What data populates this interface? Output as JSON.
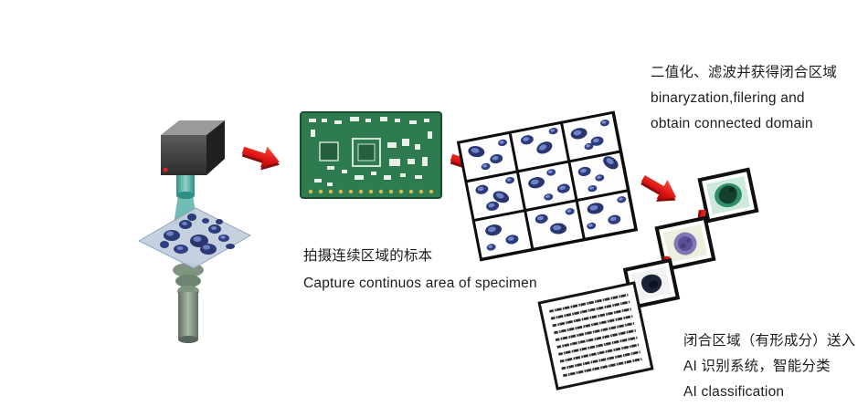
{
  "captions": {
    "binarization": {
      "zh": "二值化、滤波并获得闭合区域",
      "en_line1": "binaryzation,filering and",
      "en_line2": "obtain connected domain"
    },
    "capture": {
      "zh": "拍摄连续区域的标本",
      "en": "Capture continuos area of specimen"
    },
    "classification": {
      "zh_line1": "闭合区域（有形成分）送入",
      "zh_line2": "AI 识别系统，智能分类",
      "en": "AI classification"
    }
  },
  "colors": {
    "background": "#ffffff",
    "arrow_red": "#df1616",
    "pcb_green": "#2e7b50",
    "cell_blue": "#2c3a78",
    "slide_gray": "#c2cedd",
    "text": "#1d1d1d"
  },
  "icons": {
    "flow_arrow_right": "red-3d-arrow-right",
    "flow_arrow_down": "red-3d-arrow-down",
    "microscope_camera": "camera-over-specimen-illustration",
    "pcb_board": "green-circuit-board-image",
    "cell_grid": "3x3-specimen-tile-grid",
    "report_document": "text-report-sheet"
  }
}
